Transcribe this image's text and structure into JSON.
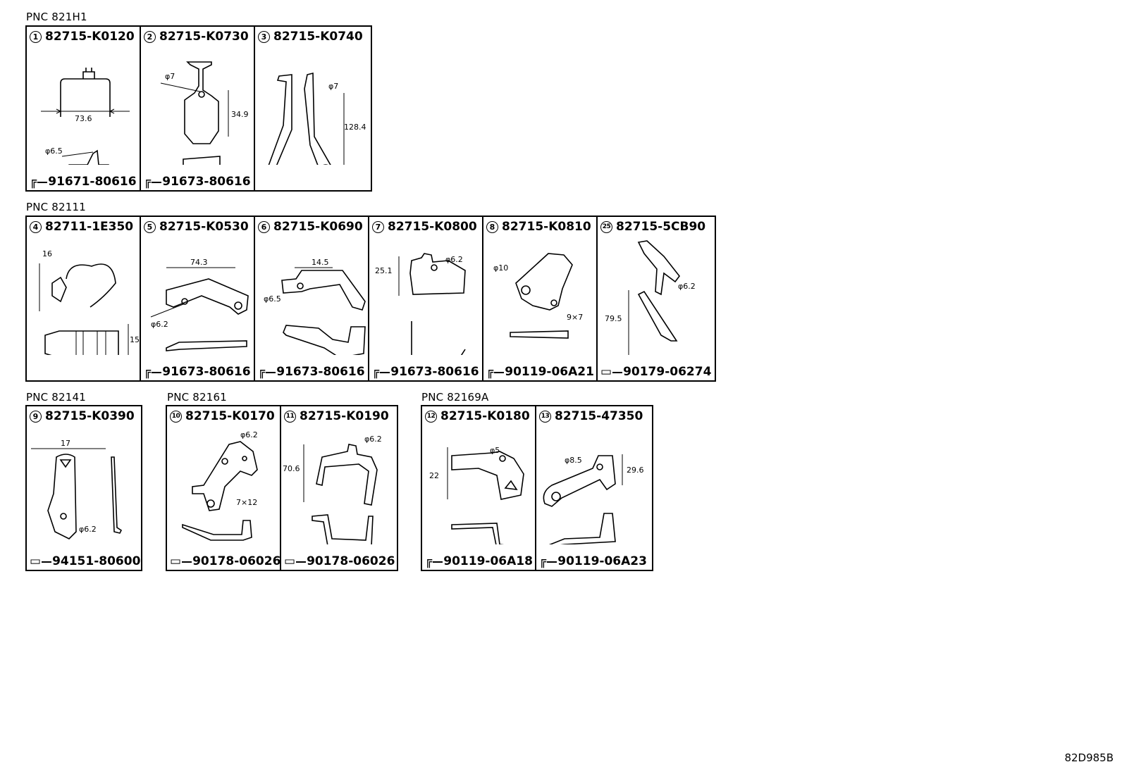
{
  "groups": [
    {
      "pnc": "PNC 821H1",
      "cells": [
        {
          "num": "1",
          "part": "82715-K0120",
          "fastener": "91671-80616",
          "fastener_type": "bolt",
          "dims": [
            "73.6",
            "φ6.5"
          ]
        },
        {
          "num": "2",
          "part": "82715-K0730",
          "fastener": "91673-80616",
          "fastener_type": "bolt",
          "dims": [
            "φ7",
            "34.9"
          ]
        },
        {
          "num": "3",
          "part": "82715-K0740",
          "fastener": "",
          "fastener_type": "none",
          "dims": [
            "φ7",
            "128.4"
          ]
        }
      ]
    },
    {
      "pnc": "PNC 82111",
      "cells": [
        {
          "num": "4",
          "part": "82711-1E350",
          "fastener": "",
          "fastener_type": "none",
          "dims": [
            "16",
            "15"
          ]
        },
        {
          "num": "5",
          "part": "82715-K0530",
          "fastener": "91673-80616",
          "fastener_type": "bolt",
          "dims": [
            "74.3",
            "φ6.2"
          ]
        },
        {
          "num": "6",
          "part": "82715-K0690",
          "fastener": "91673-80616",
          "fastener_type": "bolt",
          "dims": [
            "14.5",
            "φ6.5"
          ]
        },
        {
          "num": "7",
          "part": "82715-K0800",
          "fastener": "91673-80616",
          "fastener_type": "bolt",
          "dims": [
            "φ6.2",
            "25.1"
          ]
        },
        {
          "num": "8",
          "part": "82715-K0810",
          "fastener": "90119-06A21",
          "fastener_type": "bolt",
          "dims": [
            "φ10",
            "9×7"
          ]
        },
        {
          "num": "25",
          "part": "82715-5CB90",
          "fastener": "90179-06274",
          "fastener_type": "nut",
          "dims": [
            "φ6.2",
            "79.5"
          ]
        }
      ]
    },
    {
      "pnc": "PNC 82141",
      "cells": [
        {
          "num": "9",
          "part": "82715-K0390",
          "fastener": "94151-80600",
          "fastener_type": "nut",
          "dims": [
            "17",
            "φ6.2"
          ]
        }
      ]
    },
    {
      "pnc": "PNC 82161",
      "cells": [
        {
          "num": "10",
          "part": "82715-K0170",
          "fastener": "90178-06026",
          "fastener_type": "nut",
          "dims": [
            "φ6.2",
            "7×12"
          ]
        },
        {
          "num": "11",
          "part": "82715-K0190",
          "fastener": "90178-06026",
          "fastener_type": "nut",
          "dims": [
            "φ6.2",
            "70.6"
          ]
        }
      ]
    },
    {
      "pnc": "PNC 82169A",
      "cells": [
        {
          "num": "12",
          "part": "82715-K0180",
          "fastener": "90119-06A18",
          "fastener_type": "bolt",
          "dims": [
            "φ5",
            "22"
          ]
        },
        {
          "num": "13",
          "part": "82715-47350",
          "fastener": "90119-06A23",
          "fastener_type": "bolt",
          "dims": [
            "φ8.5",
            "29.6"
          ]
        }
      ]
    }
  ],
  "diagram_code": "82D985B"
}
